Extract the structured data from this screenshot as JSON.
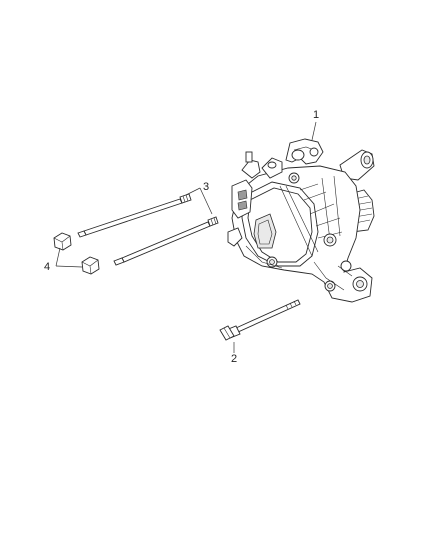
{
  "callouts": [
    {
      "id": "alternator",
      "label": "1"
    },
    {
      "id": "bolt",
      "label": "2"
    },
    {
      "id": "studs",
      "label": "3"
    },
    {
      "id": "nuts",
      "label": "4"
    }
  ]
}
